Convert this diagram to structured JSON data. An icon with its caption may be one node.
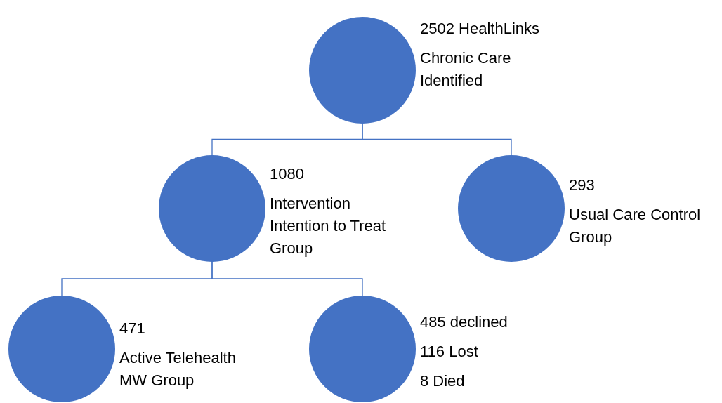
{
  "diagram": {
    "nodes": [
      {
        "text": [
          "2502 HealthLinks",
          "Chronic Care Identified"
        ]
      },
      {
        "text": [
          "1080",
          "Intervention Intention to Treat Group"
        ]
      },
      {
        "text": [
          "293",
          "Usual Care Control Group"
        ]
      },
      {
        "text": [
          "471",
          "Active Telehealth MW Group"
        ]
      },
      {
        "text": [
          "485 declined",
          "116 Lost",
          "8 Died"
        ]
      }
    ],
    "edges": [
      {
        "from": 0,
        "to": 1,
        "arrow": "none"
      },
      {
        "from": 0,
        "to": 2,
        "arrow": "none"
      },
      {
        "from": 1,
        "to": 3,
        "arrow": "none"
      },
      {
        "from": 1,
        "to": 4,
        "arrow": "none"
      }
    ]
  }
}
